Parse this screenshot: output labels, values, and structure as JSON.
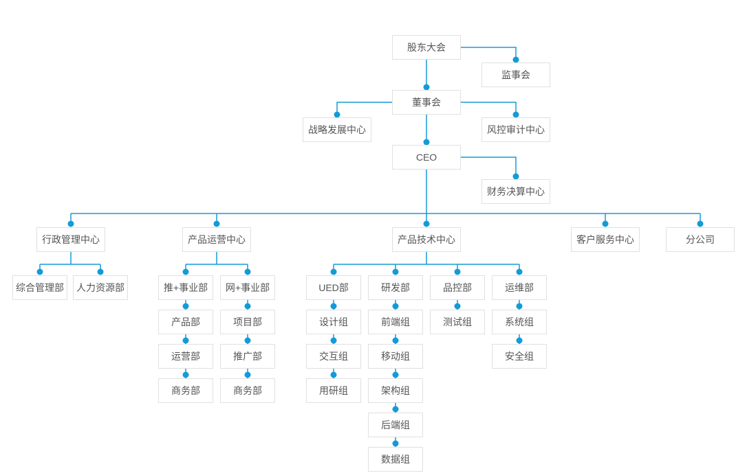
{
  "chart_title": "",
  "colors": {
    "connector": "#149bd7",
    "node_border": "#e0e0e0",
    "node_background": "#ffffff",
    "node_text": "#555555",
    "background": "#ffffff"
  },
  "nodes": {
    "shareholders_meeting": {
      "label": "股东大会",
      "parent": null
    },
    "supervisory_board": {
      "label": "监事会",
      "parent": "shareholders_meeting"
    },
    "board_of_directors": {
      "label": "董事会",
      "parent": "shareholders_meeting"
    },
    "strategy_center": {
      "label": "战略发展中心",
      "parent": "board_of_directors"
    },
    "risk_audit_center": {
      "label": "风控审计中心",
      "parent": "board_of_directors"
    },
    "ceo": {
      "label": "CEO",
      "parent": "board_of_directors"
    },
    "finance_center": {
      "label": "财务决算中心",
      "parent": "ceo"
    },
    "admin_center": {
      "label": "行政管理中心",
      "parent": "ceo"
    },
    "product_ops_center": {
      "label": "产品运营中心",
      "parent": "ceo"
    },
    "product_tech_center": {
      "label": "产品技术中心",
      "parent": "ceo"
    },
    "customer_service_center": {
      "label": "客户服务中心",
      "parent": "ceo"
    },
    "branch_company": {
      "label": "分公司",
      "parent": "ceo"
    },
    "general_mgmt_dept": {
      "label": "综合管理部",
      "parent": "admin_center"
    },
    "hr_dept": {
      "label": "人力资源部",
      "parent": "admin_center"
    },
    "tui_division": {
      "label": "推+事业部",
      "parent": "product_ops_center"
    },
    "wang_division": {
      "label": "网+事业部",
      "parent": "product_ops_center"
    },
    "product_dept": {
      "label": "产品部",
      "parent": "tui_division"
    },
    "operations_dept": {
      "label": "运营部",
      "parent": "product_dept"
    },
    "business_dept_tui": {
      "label": "商务部",
      "parent": "operations_dept"
    },
    "project_dept": {
      "label": "项目部",
      "parent": "wang_division"
    },
    "promotion_dept": {
      "label": "推广部",
      "parent": "project_dept"
    },
    "business_dept_wang": {
      "label": "商务部",
      "parent": "promotion_dept"
    },
    "ued_dept": {
      "label": "UED部",
      "parent": "product_tech_center"
    },
    "design_group": {
      "label": "设计组",
      "parent": "ued_dept"
    },
    "interaction_group": {
      "label": "交互组",
      "parent": "design_group"
    },
    "user_research_group": {
      "label": "用研组",
      "parent": "interaction_group"
    },
    "rd_dept": {
      "label": "研发部",
      "parent": "product_tech_center"
    },
    "frontend_group": {
      "label": "前端组",
      "parent": "rd_dept"
    },
    "mobile_group": {
      "label": "移动组",
      "parent": "frontend_group"
    },
    "architecture_group": {
      "label": "架构组",
      "parent": "mobile_group"
    },
    "backend_group": {
      "label": "后端组",
      "parent": "architecture_group"
    },
    "data_group": {
      "label": "数据组",
      "parent": "backend_group"
    },
    "qc_dept": {
      "label": "品控部",
      "parent": "product_tech_center"
    },
    "testing_group": {
      "label": "测试组",
      "parent": "qc_dept"
    },
    "ops_dept": {
      "label": "运维部",
      "parent": "product_tech_center"
    },
    "system_group": {
      "label": "系统组",
      "parent": "ops_dept"
    },
    "security_group": {
      "label": "安全组",
      "parent": "system_group"
    }
  }
}
